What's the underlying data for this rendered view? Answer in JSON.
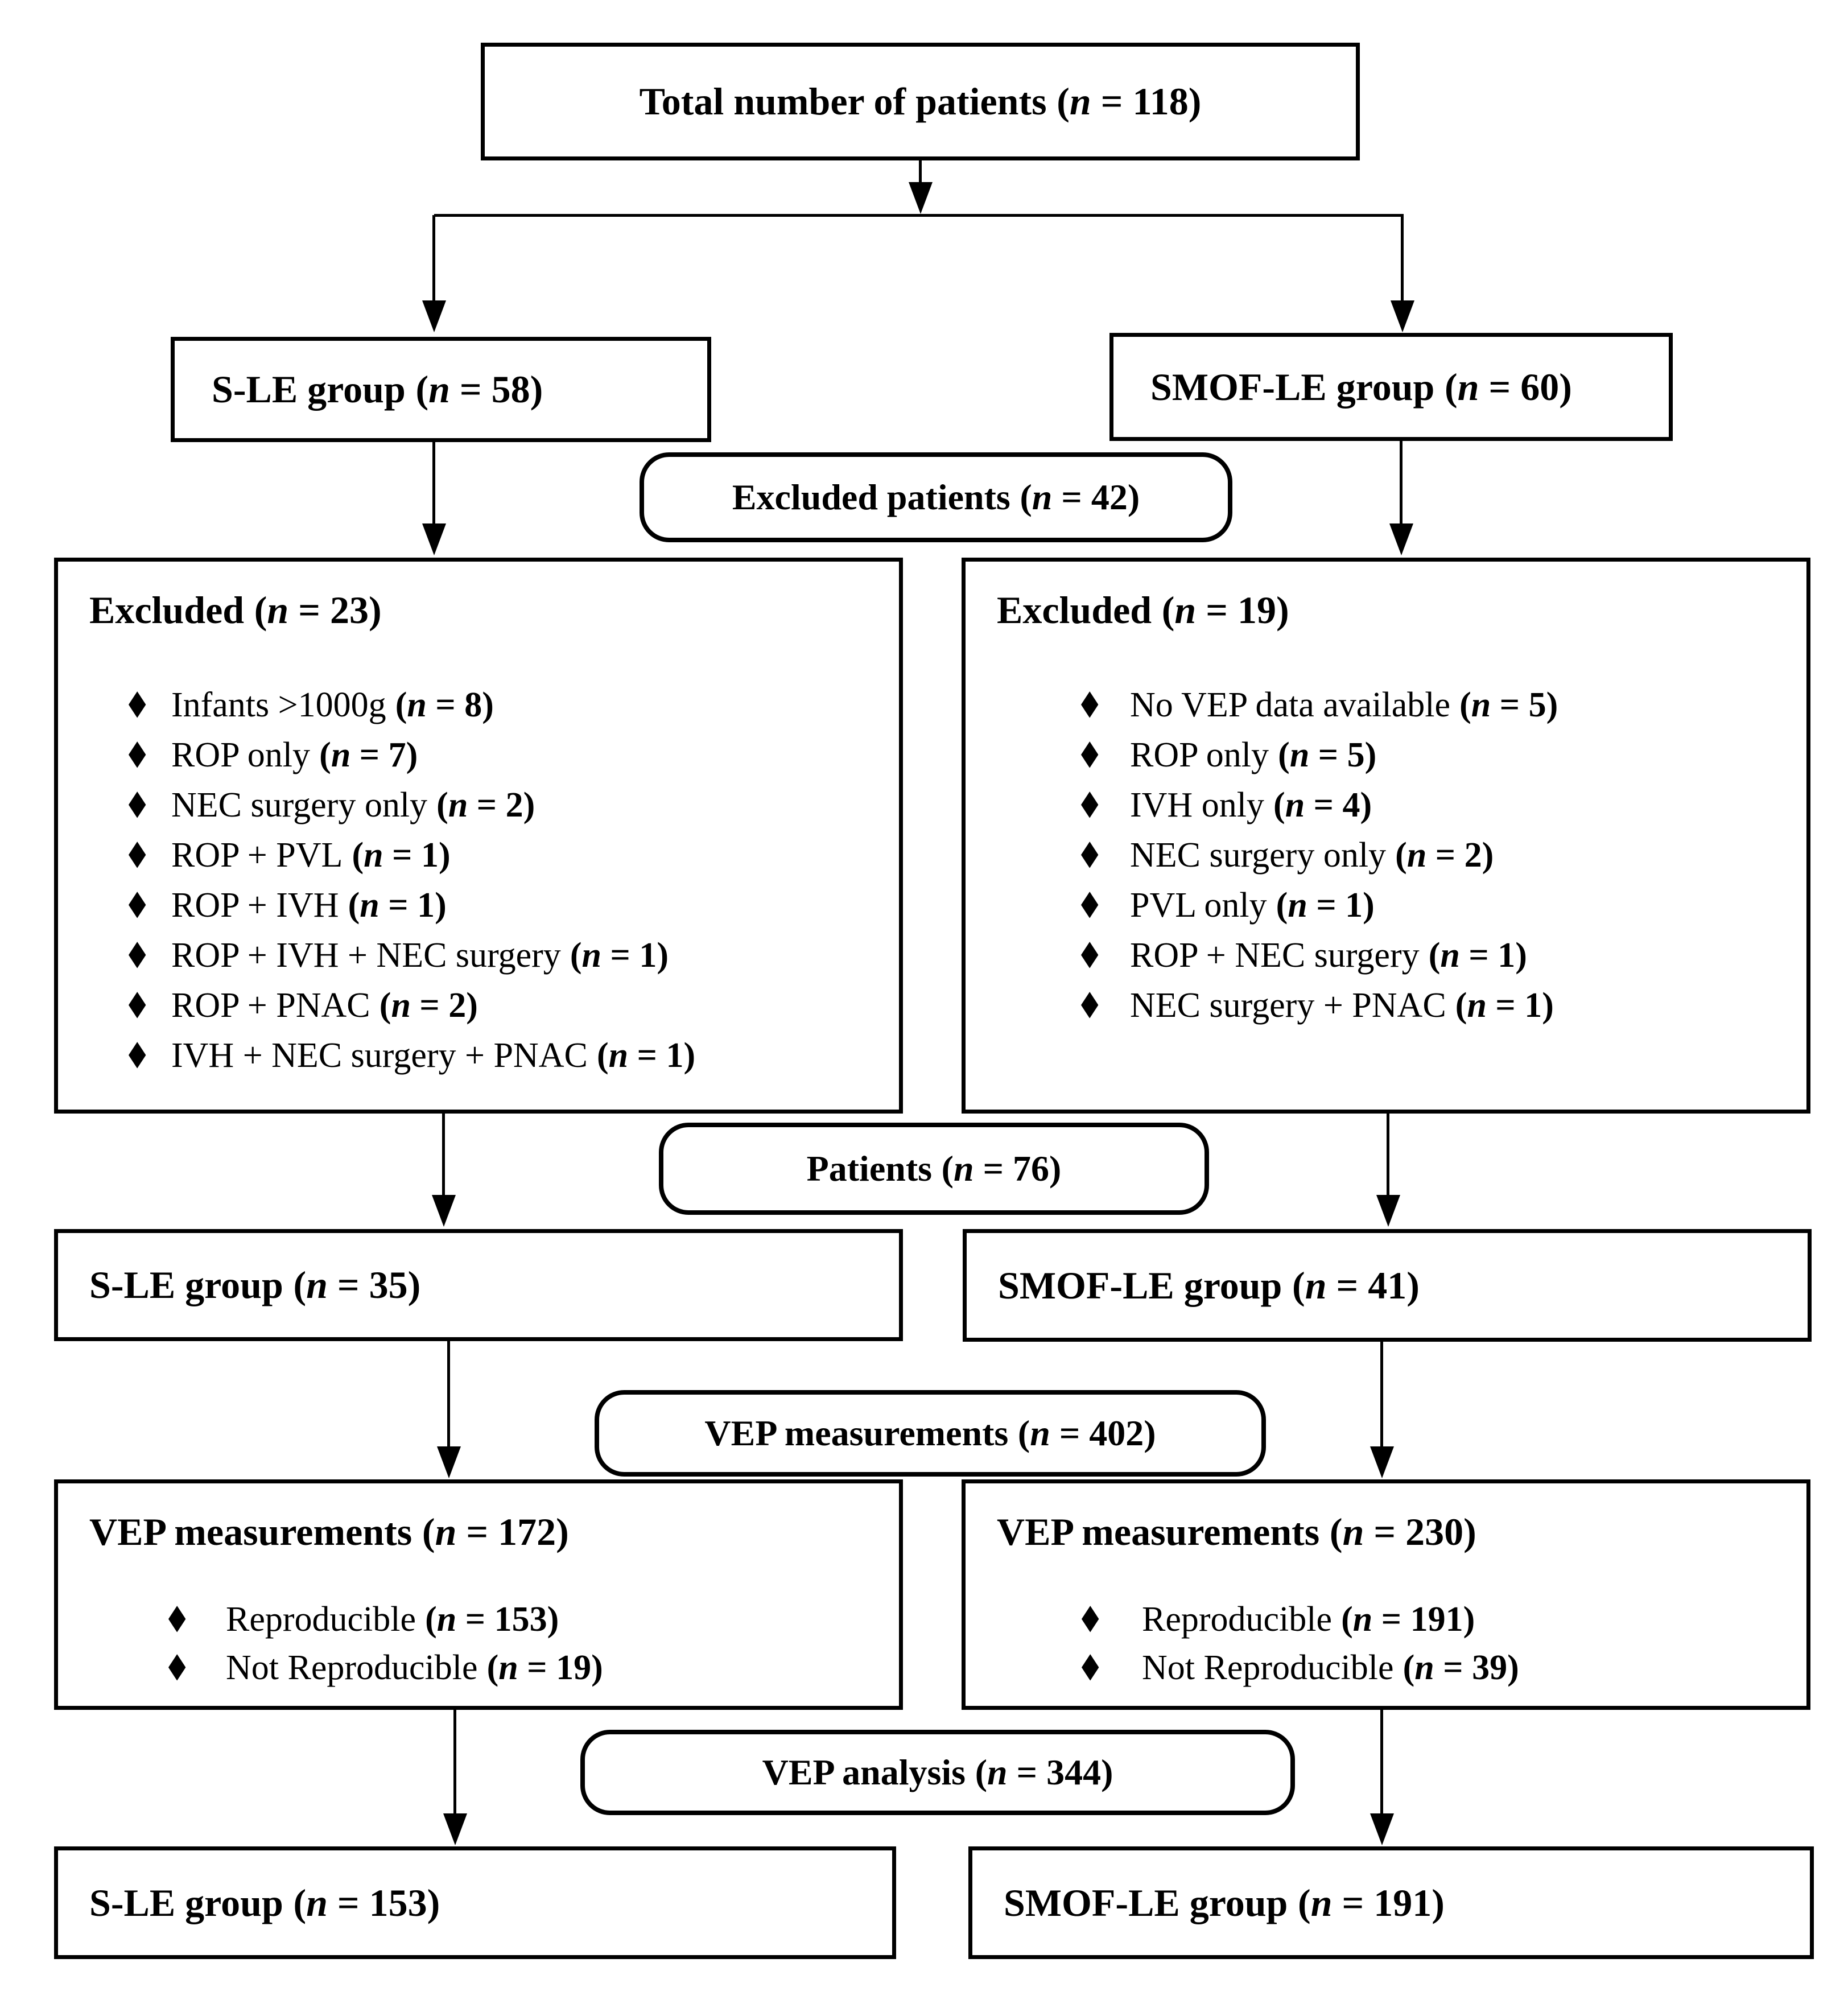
{
  "notation": {
    "open": "(",
    "n": "n",
    "eq": " = ",
    "close": ")"
  },
  "icons": {
    "bullet": "♦"
  },
  "colors": {
    "line": "#000000",
    "background": "#ffffff"
  },
  "nodes": {
    "total": {
      "label": "Total number of patients",
      "n": "118"
    },
    "sle58": {
      "label": "S-LE group",
      "n": "58"
    },
    "smof60": {
      "label": "SMOF-LE group",
      "n": "60"
    },
    "excluded_patients": {
      "label": "Excluded patients",
      "n": "42"
    },
    "excluded_sle": {
      "label": "Excluded",
      "n": "23",
      "items": [
        {
          "text": "Infants >1000g",
          "n": "8"
        },
        {
          "text": "ROP only",
          "n": "7"
        },
        {
          "text": "NEC surgery only",
          "n": "2"
        },
        {
          "text": "ROP  + PVL ",
          "n": "1"
        },
        {
          "text": "ROP  + IVH ",
          "n": "1"
        },
        {
          "text": "ROP  + IVH + NEC surgery",
          "n": "1"
        },
        {
          "text": "ROP + PNAC",
          "n": "2"
        },
        {
          "text": "IVH  + NEC surgery + PNAC",
          "n": "1"
        }
      ]
    },
    "excluded_smof": {
      "label": "Excluded",
      "n": "19",
      "items": [
        {
          "text": "No VEP data available",
          "n": "5"
        },
        {
          "text": "ROP only",
          "n": "5"
        },
        {
          "text": "IVH only",
          "n": "4"
        },
        {
          "text": "NEC surgery only",
          "n": "2"
        },
        {
          "text": "PVL only",
          "n": "1"
        },
        {
          "text": "ROP + NEC surgery",
          "n": "1"
        },
        {
          "text": "NEC surgery + PNAC",
          "n": "1"
        }
      ]
    },
    "patients": {
      "label": "Patients",
      "n": "76"
    },
    "sle35": {
      "label": "S-LE group",
      "n": "35"
    },
    "smof41": {
      "label": "SMOF-LE group",
      "n": "41"
    },
    "vep_meas_total": {
      "label": "VEP measurements",
      "n": "402"
    },
    "vep_meas_sle": {
      "label": "VEP measurements",
      "n": "172",
      "items": [
        {
          "text": "Reproducible",
          "n": "153"
        },
        {
          "text": "Not Reproducible",
          "n": "19"
        }
      ]
    },
    "vep_meas_smof": {
      "label": "VEP measurements",
      "n": "230",
      "items": [
        {
          "text": "Reproducible",
          "n": "191"
        },
        {
          "text": "Not Reproducible",
          "n": "39"
        }
      ]
    },
    "vep_analysis": {
      "label": "VEP analysis",
      "n": "344"
    },
    "sle153": {
      "label": "S-LE group",
      "n": "153"
    },
    "smof191": {
      "label": "SMOF-LE group",
      "n": "191"
    }
  }
}
